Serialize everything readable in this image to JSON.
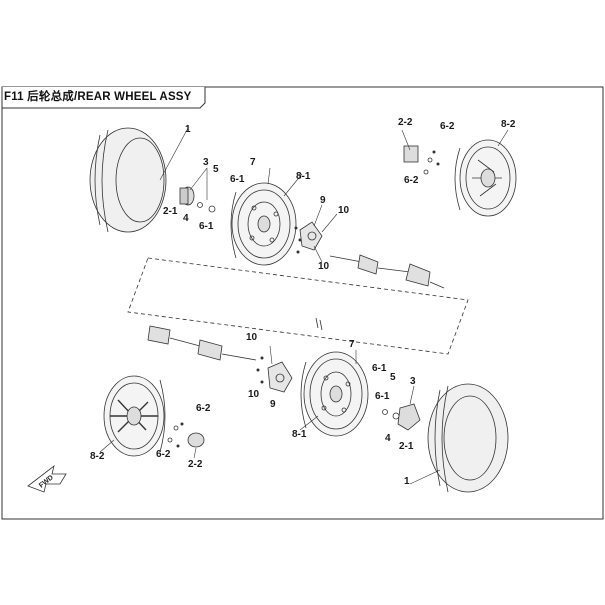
{
  "title": "F11 后轮总成/REAR WHEEL ASSY",
  "fwd_label": "FWD",
  "labels": {
    "p1_top": "1",
    "p3_top": "3",
    "p5_top": "5",
    "p7_top": "7",
    "p6_1_top_a": "6-1",
    "p6_1_top_b": "6-1",
    "p4_top": "4",
    "p2_1_top": "2-1",
    "p8_1_top": "8-1",
    "p9_top": "9",
    "p10_top_a": "10",
    "p10_top_b": "10",
    "p2_2_tr": "2-2",
    "p6_2_tr_a": "6-2",
    "p6_2_tr_b": "6-2",
    "p8_2_tr": "8-2",
    "p10_mid_a": "10",
    "p10_mid_b": "10",
    "p9_mid": "9",
    "p7_mid": "7",
    "p8_1_mid": "8-1",
    "p6_1_mid_a": "6-1",
    "p6_1_mid_b": "6-1",
    "p5_mid": "5",
    "p3_mid": "3",
    "p4_mid": "4",
    "p2_1_mid": "2-1",
    "p1_bot": "1",
    "p6_2_bl_a": "6-2",
    "p6_2_bl_b": "6-2",
    "p8_2_bl": "8-2",
    "p2_2_bl": "2-2"
  }
}
